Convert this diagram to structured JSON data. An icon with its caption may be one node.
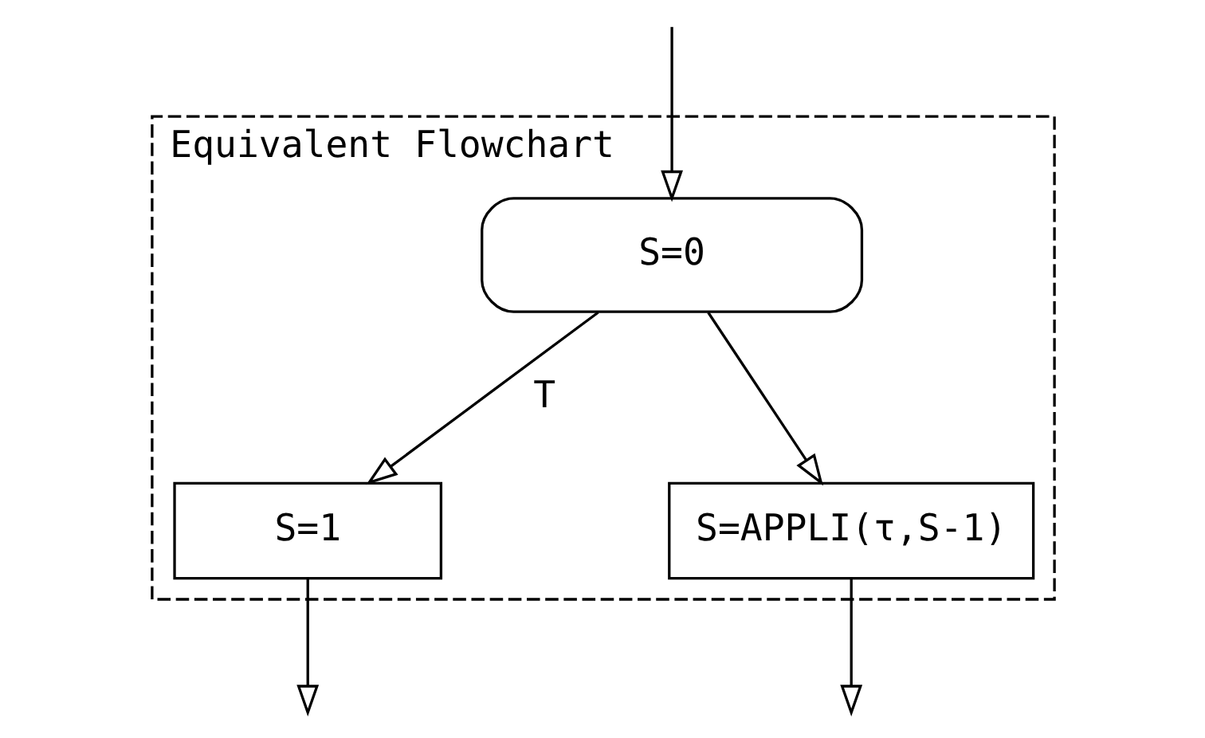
{
  "diagram": {
    "nodes": [
      {
        "text": [
          "Equivalent Flowchart"
        ]
      },
      {
        "text": [
          "S=0"
        ],
        "in": 0
      },
      {
        "text": [
          "S=1"
        ],
        "in": 0
      },
      {
        "text": [
          "S=APPLI(τ,S-1)"
        ],
        "in": 0
      }
    ],
    "edges": [
      {
        "from": null,
        "to": 1,
        "arrow": "to"
      },
      {
        "from": 1,
        "to": 2,
        "arrow": "to",
        "label": "T"
      },
      {
        "from": 1,
        "to": 3,
        "arrow": "to"
      },
      {
        "from": 2,
        "to": null,
        "arrow": "to"
      },
      {
        "from": 3,
        "to": null,
        "arrow": "to"
      }
    ]
  }
}
